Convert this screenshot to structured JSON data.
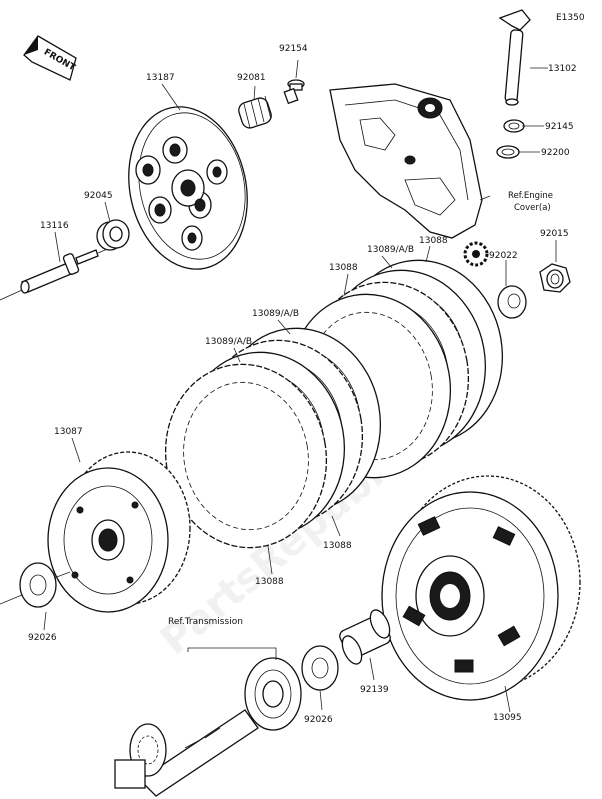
{
  "diagram_code": "E1350",
  "front_label": "FRONT",
  "watermark": "PartsRepublik",
  "labels": {
    "p13102": "13102",
    "p92145": "92145",
    "p92200": "92200",
    "p92154": "92154",
    "p13187": "13187",
    "p92081": "92081",
    "p92045": "92045",
    "p13116": "13116",
    "p13088_a": "13088",
    "p13089_a": "13089/A/B",
    "p13088_b": "13088",
    "p92015": "92015",
    "p92022": "92022",
    "p13089_b": "13089/A/B",
    "p13089_c": "13089/A/B",
    "p13087": "13087",
    "p13088_c": "13088",
    "p13088_d": "13088",
    "p92026_a": "92026",
    "p92139": "92139",
    "p92026_b": "92026",
    "p13095": "13095"
  },
  "refs": {
    "engine_cover_line1": "Ref.Engine",
    "engine_cover_line2": "Cover(a)",
    "transmission": "Ref.Transmission"
  }
}
